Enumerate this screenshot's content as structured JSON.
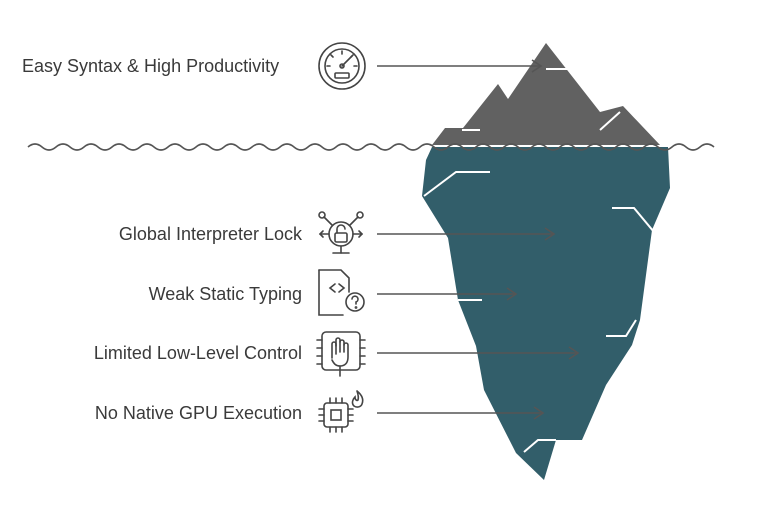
{
  "diagram": {
    "visible_tip": {
      "label": "Easy Syntax & High Productivity",
      "icon": "speedometer-icon"
    },
    "hidden_items": [
      {
        "label": "Global Interpreter Lock",
        "icon": "lock-network-icon"
      },
      {
        "label": "Weak Static Typing",
        "icon": "code-file-question-icon"
      },
      {
        "label": "Limited Low-Level Control",
        "icon": "hand-chip-icon"
      },
      {
        "label": "No Native GPU Execution",
        "icon": "cpu-fire-icon"
      }
    ],
    "colors": {
      "iceberg_above": "#616161",
      "iceberg_below": "#325e6a",
      "water_line": "#555555",
      "arrow": "#555555",
      "icon_stroke": "#444444",
      "text": "#3a3a3a"
    }
  }
}
